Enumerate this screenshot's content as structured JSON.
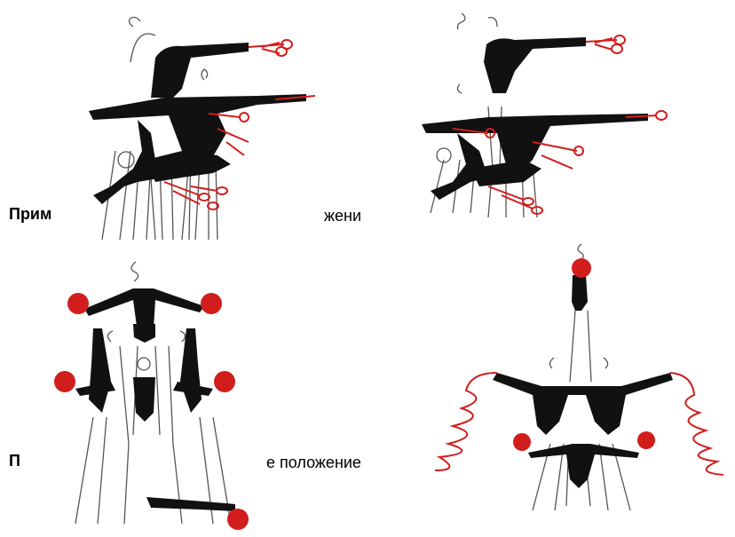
{
  "captions": {
    "line1": {
      "bold": "Прим",
      "tail": "жени"
    },
    "line2": {
      "bold": "П",
      "tail": "е положение"
    }
  },
  "colors": {
    "figure": "#111111",
    "apparatus": "#d21d1d",
    "leg_line": "#555555"
  },
  "figures": [
    {
      "apparatus": "clubs"
    },
    {
      "apparatus": "clubs"
    },
    {
      "apparatus": "balls"
    },
    {
      "apparatus": "ribbons and balls"
    }
  ]
}
